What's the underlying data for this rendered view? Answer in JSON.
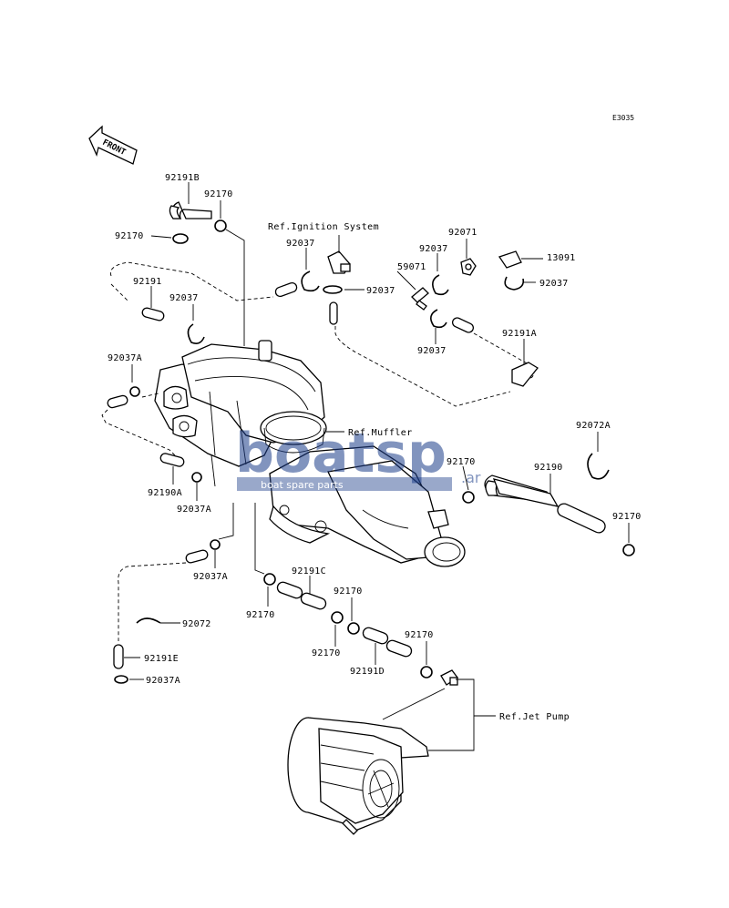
{
  "diagram": {
    "code": "E3035",
    "front_label": "FRONT",
    "watermark": {
      "brand": "boatsp",
      "suffix": ".ar",
      "tagline": "boat spare parts"
    },
    "refs": {
      "ignition": "Ref.Ignition System",
      "muffler": "Ref.Muffler",
      "jet_pump": "Ref.Jet Pump"
    },
    "parts": {
      "p92191B": "92191B",
      "p92170_a": "92170",
      "p92170_b": "92170",
      "p92037_a": "92037",
      "p92037_b": "92037",
      "p92071": "92071",
      "p92037_c": "92037",
      "p13091": "13091",
      "p59071": "59071",
      "p92037_d": "92037",
      "p92191": "92191",
      "p92037_e": "92037",
      "p92037_f": "92037",
      "p92191A": "92191A",
      "p92037A_a": "92037A",
      "p92072A": "92072A",
      "p92170_c": "92170",
      "p92190": "92190",
      "p92190A": "92190A",
      "p92037A_b": "92037A",
      "p92170_d": "92170",
      "p92037A_c": "92037A",
      "p92191C": "92191C",
      "p92170_e": "92170",
      "p92170_f": "92170",
      "p92072": "92072",
      "p92170_g": "92170",
      "p92170_h": "92170",
      "p92191D": "92191D",
      "p92191E": "92191E",
      "p92037A_d": "92037A"
    }
  }
}
